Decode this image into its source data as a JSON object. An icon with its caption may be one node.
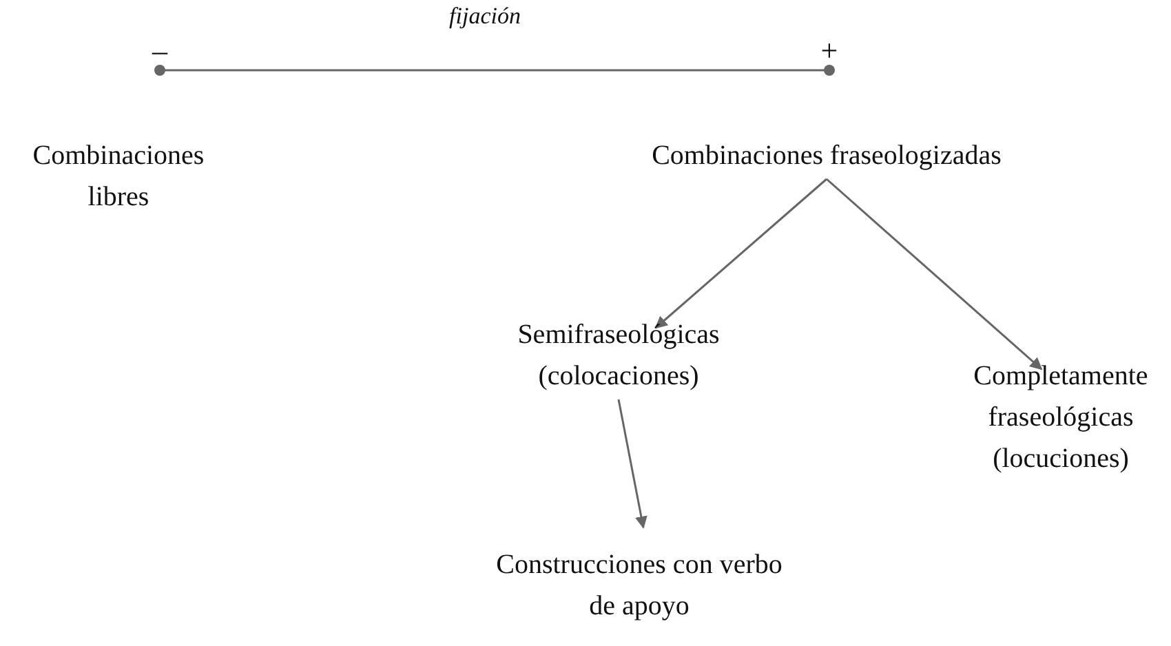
{
  "diagram": {
    "nodes": [
      {
        "text": [
          "Combinaciones libres"
        ]
      },
      {
        "text": [
          "Combinaciones fraseologizadas"
        ]
      },
      {
        "text": [
          "Semifraseológicas (colocaciones)"
        ]
      },
      {
        "text": [
          "Completamente fraseológicas (locuciones)"
        ]
      },
      {
        "text": [
          "Construcciones con verbo de apoyo"
        ]
      }
    ],
    "edges": [
      {
        "from": 1,
        "to": 2,
        "arrow": "to"
      },
      {
        "from": 1,
        "to": 3,
        "arrow": "to"
      },
      {
        "from": 2,
        "to": 4,
        "arrow": "to"
      }
    ],
    "labels": [
      "fijación",
      "–",
      "+"
    ]
  }
}
